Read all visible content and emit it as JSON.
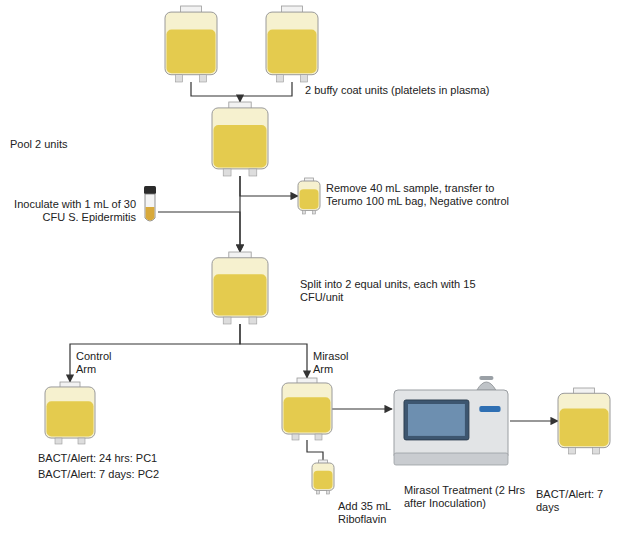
{
  "diagram": {
    "nodes": [
      {
        "text": [
          "2 buffy coat units (platelets in plasma)"
        ]
      },
      {
        "text": [
          "Pool 2 units"
        ]
      },
      {
        "text": [
          "Inoculate with 1 mL of 30 CFU S. Epidermitis"
        ]
      },
      {
        "text": [
          "Remove 40 mL sample, transfer to Terumo 100 mL bag, Negative control"
        ]
      },
      {
        "text": [
          "Split into 2 equal units, each with 15 CFU/unit"
        ]
      },
      {
        "text": [
          "Control Arm",
          "BACT/Alert: 24 hrs: PC1",
          "BACT/Alert: 7 days: PC2"
        ]
      },
      {
        "text": [
          "Mirasol Arm"
        ]
      },
      {
        "text": [
          "Add 35 mL Riboflavin"
        ]
      },
      {
        "text": [
          "Mirasol Treatment (2 Hrs after Inoculation)"
        ]
      },
      {
        "text": [
          "BACT/Alert: 7 days"
        ]
      }
    ],
    "edges": [
      {
        "from": 0,
        "to": 1,
        "arrow": "to"
      },
      {
        "from": 1,
        "to": 4,
        "arrow": "to"
      },
      {
        "from": 2,
        "to": 4,
        "arrow": "to"
      },
      {
        "from": 1,
        "to": 3,
        "arrow": "to"
      },
      {
        "from": 4,
        "to": 5,
        "arrow": "to"
      },
      {
        "from": 4,
        "to": 6,
        "arrow": "to"
      },
      {
        "from": 7,
        "to": 6,
        "arrow": "none"
      },
      {
        "from": 6,
        "to": 8,
        "arrow": "to"
      },
      {
        "from": 8,
        "to": 9,
        "arrow": "to"
      }
    ]
  }
}
